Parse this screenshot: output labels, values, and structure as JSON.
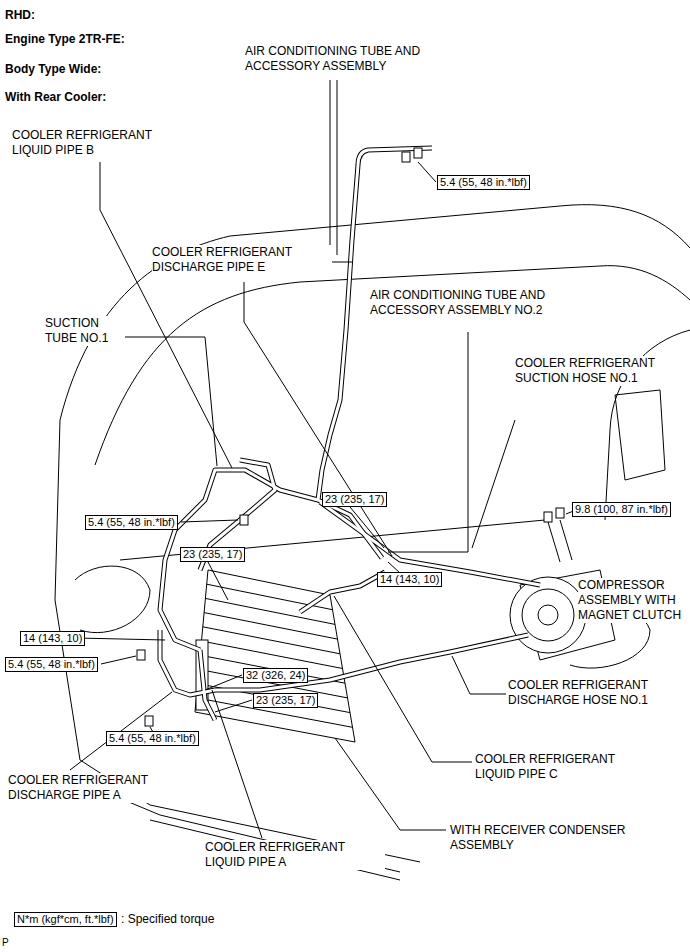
{
  "diagram": {
    "nodes": [
      {
        "text": [
          "5.4 (55, 48 in.*lbf)"
        ]
      },
      {
        "text": [
          "23 (235, 17)"
        ]
      },
      {
        "text": [
          "9.8 (100, 87 in.*lbf)"
        ]
      },
      {
        "text": [
          "5.4 (55, 48 in.*lbf)"
        ]
      },
      {
        "text": [
          "23 (235, 17)"
        ]
      },
      {
        "text": [
          "14 (143, 10)"
        ]
      },
      {
        "text": [
          "14 (143, 10)"
        ]
      },
      {
        "text": [
          "5.4 (55, 48 in.*lbf)"
        ]
      },
      {
        "text": [
          "32 (326, 24)"
        ]
      },
      {
        "text": [
          "23 (235, 17)"
        ]
      },
      {
        "text": [
          "5.4 (55, 48 in.*lbf)"
        ]
      },
      {
        "text": [
          "N*m (kgf*cm, ft.*lbf)"
        ]
      }
    ],
    "labels": [
      "RHD:",
      "AIR CONDITIONING TUBE AND ACCESSORY ASSEMBLY",
      "Engine Type 2TR-FE:",
      "Body Type Wide:",
      "With Rear Cooler:",
      "COOLER REFRIGERANT LIQUID PIPE B",
      "COOLER REFRIGERANT DISCHARGE PIPE E",
      "AIR CONDITIONING TUBE AND ACCESSORY ASSEMBLY NO.2",
      "SUCTION TUBE NO.1",
      "COOLER REFRIGERANT SUCTION HOSE NO.1",
      "COMPRESSOR ASSEMBLY WITH MAGNET CLUTCH",
      "COOLER REFRIGERANT DISCHARGE HOSE NO.1",
      "COOLER REFRIGERANT LIQUID PIPE C",
      "COOLER REFRIGERANT DISCHARGE PIPE A",
      "WITH RECEIVER CONDENSER ASSEMBLY",
      "COOLER REFRIGERANT LIQUID PIPE A",
      ": Specified torque",
      "P"
    ]
  }
}
